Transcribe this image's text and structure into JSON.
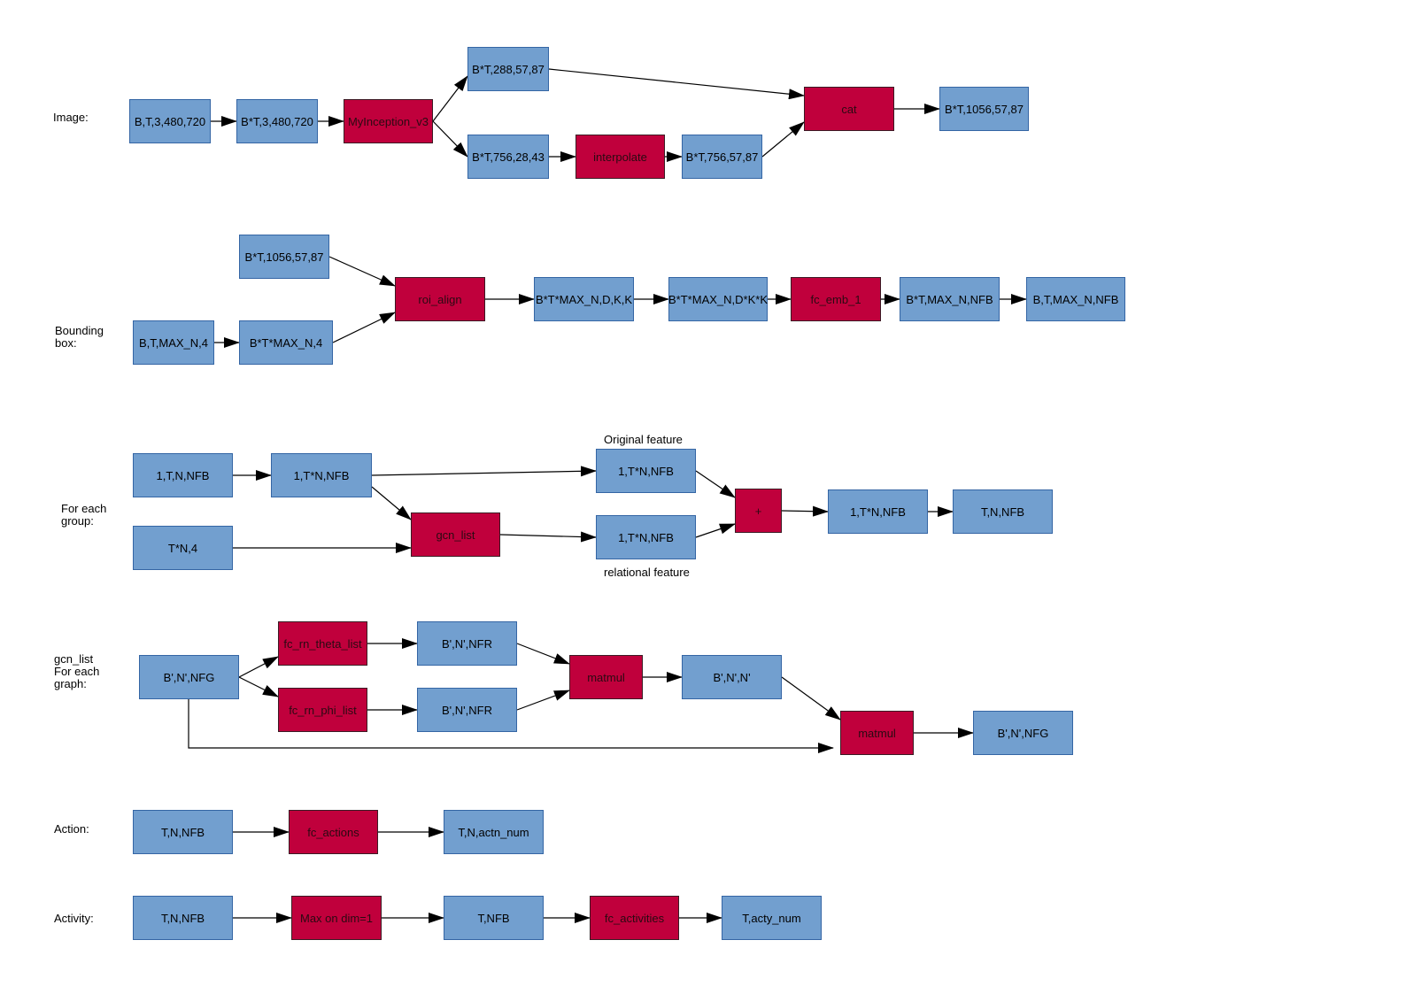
{
  "title": "Model pipeline diagram",
  "colors": {
    "tensor": "#729fcf",
    "op": "#c0003c",
    "edge": "#000000"
  },
  "rows": [
    {
      "id": "image",
      "label": "Image:"
    },
    {
      "id": "bbox",
      "label": "Bounding\nbox:"
    },
    {
      "id": "group",
      "label": "For each\ngroup:"
    },
    {
      "id": "gcn",
      "label": "gcn_list\nFor each\ngraph:"
    },
    {
      "id": "action",
      "label": "Action:"
    },
    {
      "id": "activity",
      "label": "Activity:"
    }
  ],
  "annotations": [
    {
      "id": "orig",
      "text": "Original feature"
    },
    {
      "id": "rel",
      "text": "relational feature"
    }
  ],
  "nodes": [
    {
      "id": "i1",
      "kind": "tensor",
      "label": "B,T,3,480,720"
    },
    {
      "id": "i2",
      "kind": "tensor",
      "label": "B*T,3,480,720"
    },
    {
      "id": "i3",
      "kind": "op",
      "label": "MyInception_v3"
    },
    {
      "id": "i4",
      "kind": "tensor",
      "label": "B*T,288,57,87"
    },
    {
      "id": "i5",
      "kind": "tensor",
      "label": "B*T,756,28,43"
    },
    {
      "id": "i6",
      "kind": "op",
      "label": "interpolate"
    },
    {
      "id": "i7",
      "kind": "tensor",
      "label": "B*T,756,57,87"
    },
    {
      "id": "i8",
      "kind": "op",
      "label": "cat"
    },
    {
      "id": "i9",
      "kind": "tensor",
      "label": "B*T,1056,57,87"
    },
    {
      "id": "b0",
      "kind": "tensor",
      "label": "B*T,1056,57,87"
    },
    {
      "id": "b1",
      "kind": "tensor",
      "label": "B,T,MAX_N,4"
    },
    {
      "id": "b2",
      "kind": "tensor",
      "label": "B*T*MAX_N,4"
    },
    {
      "id": "b3",
      "kind": "op",
      "label": "roi_align"
    },
    {
      "id": "b4",
      "kind": "tensor",
      "label": "B*T*MAX_N,D,K,K"
    },
    {
      "id": "b5",
      "kind": "tensor",
      "label": "B*T*MAX_N,D*K*K"
    },
    {
      "id": "b6",
      "kind": "op",
      "label": "fc_emb_1"
    },
    {
      "id": "b7",
      "kind": "tensor",
      "label": "B*T,MAX_N,NFB"
    },
    {
      "id": "b8",
      "kind": "tensor",
      "label": "B,T,MAX_N,NFB"
    },
    {
      "id": "g1",
      "kind": "tensor",
      "label": "1,T,N,NFB"
    },
    {
      "id": "g2",
      "kind": "tensor",
      "label": "1,T*N,NFB"
    },
    {
      "id": "g3",
      "kind": "tensor",
      "label": "T*N,4"
    },
    {
      "id": "g4",
      "kind": "op",
      "label": "gcn_list"
    },
    {
      "id": "g5",
      "kind": "tensor",
      "label": "1,T*N,NFB"
    },
    {
      "id": "g6",
      "kind": "tensor",
      "label": "1,T*N,NFB"
    },
    {
      "id": "g7",
      "kind": "op",
      "label": "+"
    },
    {
      "id": "g8",
      "kind": "tensor",
      "label": "1,T*N,NFB"
    },
    {
      "id": "g9",
      "kind": "tensor",
      "label": "T,N,NFB"
    },
    {
      "id": "c1",
      "kind": "tensor",
      "label": "B',N',NFG"
    },
    {
      "id": "c2",
      "kind": "op",
      "label": "fc_rn_theta_list"
    },
    {
      "id": "c3",
      "kind": "op",
      "label": "fc_rn_phi_list"
    },
    {
      "id": "c4",
      "kind": "tensor",
      "label": "B',N',NFR"
    },
    {
      "id": "c5",
      "kind": "tensor",
      "label": "B',N',NFR"
    },
    {
      "id": "c6",
      "kind": "op",
      "label": "matmul"
    },
    {
      "id": "c7",
      "kind": "tensor",
      "label": "B',N',N'"
    },
    {
      "id": "c8",
      "kind": "op",
      "label": "matmul"
    },
    {
      "id": "c9",
      "kind": "tensor",
      "label": "B',N',NFG"
    },
    {
      "id": "a1",
      "kind": "tensor",
      "label": "T,N,NFB"
    },
    {
      "id": "a2",
      "kind": "op",
      "label": "fc_actions"
    },
    {
      "id": "a3",
      "kind": "tensor",
      "label": "T,N,actn_num"
    },
    {
      "id": "v1",
      "kind": "tensor",
      "label": "T,N,NFB"
    },
    {
      "id": "v2",
      "kind": "op",
      "label": "Max on dim=1"
    },
    {
      "id": "v3",
      "kind": "tensor",
      "label": "T,NFB"
    },
    {
      "id": "v4",
      "kind": "op",
      "label": "fc_activities"
    },
    {
      "id": "v5",
      "kind": "tensor",
      "label": "T,acty_num"
    }
  ],
  "edges": [
    [
      "i1",
      "i2"
    ],
    [
      "i2",
      "i3"
    ],
    [
      "i3",
      "i4"
    ],
    [
      "i3",
      "i5"
    ],
    [
      "i5",
      "i6"
    ],
    [
      "i6",
      "i7"
    ],
    [
      "i4",
      "i8"
    ],
    [
      "i7",
      "i8"
    ],
    [
      "i8",
      "i9"
    ],
    [
      "b0",
      "b3"
    ],
    [
      "b1",
      "b2"
    ],
    [
      "b2",
      "b3"
    ],
    [
      "b3",
      "b4"
    ],
    [
      "b4",
      "b5"
    ],
    [
      "b5",
      "b6"
    ],
    [
      "b6",
      "b7"
    ],
    [
      "b7",
      "b8"
    ],
    [
      "g1",
      "g2"
    ],
    [
      "g2",
      "g5"
    ],
    [
      "g2",
      "g4"
    ],
    [
      "g3",
      "g4"
    ],
    [
      "g4",
      "g6"
    ],
    [
      "g5",
      "g7"
    ],
    [
      "g6",
      "g7"
    ],
    [
      "g7",
      "g8"
    ],
    [
      "g8",
      "g9"
    ],
    [
      "c1",
      "c2"
    ],
    [
      "c1",
      "c3"
    ],
    [
      "c2",
      "c4"
    ],
    [
      "c3",
      "c5"
    ],
    [
      "c4",
      "c6"
    ],
    [
      "c5",
      "c6"
    ],
    [
      "c6",
      "c7"
    ],
    [
      "c7",
      "c8"
    ],
    [
      "c1",
      "c8"
    ],
    [
      "c8",
      "c9"
    ],
    [
      "a1",
      "a2"
    ],
    [
      "a2",
      "a3"
    ],
    [
      "v1",
      "v2"
    ],
    [
      "v2",
      "v3"
    ],
    [
      "v3",
      "v4"
    ],
    [
      "v4",
      "v5"
    ]
  ]
}
